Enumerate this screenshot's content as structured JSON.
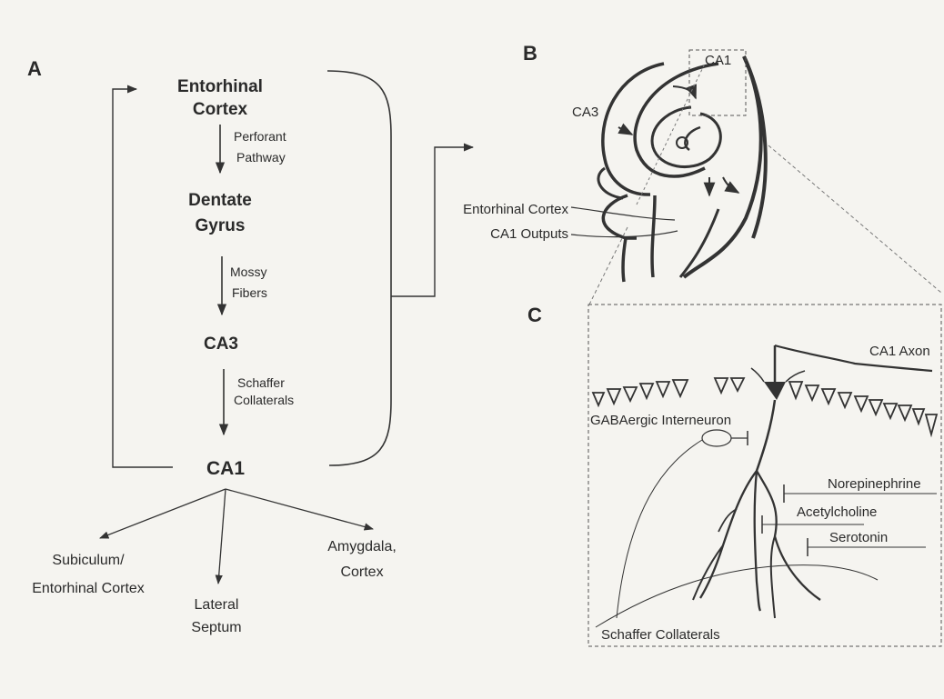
{
  "panels": {
    "a": "A",
    "b": "B",
    "c": "C"
  },
  "flow": {
    "entorhinal_cortex": [
      "Entorhinal",
      "Cortex"
    ],
    "perforant_pathway": [
      "Perforant",
      "Pathway"
    ],
    "dentate_gyrus": [
      "Dentate",
      "Gyrus"
    ],
    "mossy_fibers": [
      "Mossy",
      "Fibers"
    ],
    "ca3": "CA3",
    "schaffer_collaterals": [
      "Schaffer",
      "Collaterals"
    ],
    "ca1": "CA1",
    "outputs": {
      "subiculum": [
        "Subiculum/",
        "Entorhinal Cortex"
      ],
      "lateral_septum": [
        "Lateral",
        "Septum"
      ],
      "amygdala": [
        "Amygdala,",
        "Cortex"
      ]
    }
  },
  "hippocampus": {
    "ca1": "CA1",
    "ca3": "CA3",
    "entorhinal_cortex": "Entorhinal Cortex",
    "ca1_outputs": "CA1 Outputs"
  },
  "neuron": {
    "ca1_axon": "CA1 Axon",
    "gaba_interneuron": "GABAergic Interneuron",
    "norepinephrine": "Norepinephrine",
    "acetylcholine": "Acetylcholine",
    "serotonin": "Serotonin",
    "schaffer_collaterals": "Schaffer Collaterals"
  }
}
